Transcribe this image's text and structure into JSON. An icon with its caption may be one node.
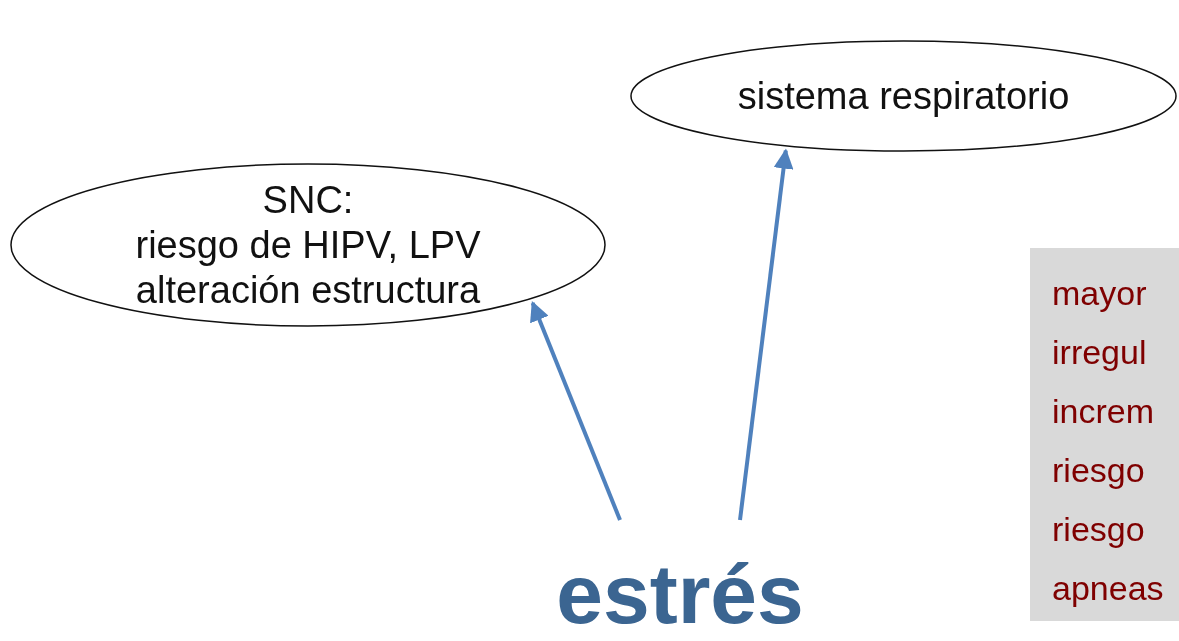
{
  "diagram": {
    "nodes": [
      {
        "text": [
          "SNC:",
          "riesgo de HIPV, LPV",
          "alteración estructura"
        ]
      },
      {
        "text": [
          "sistema respiratorio"
        ]
      },
      {
        "text": [
          "mayor",
          "irregul",
          "increm",
          "riesgo",
          "riesgo",
          "apneas"
        ]
      },
      {
        "text": [
          "estrés"
        ]
      }
    ],
    "edges": [
      {
        "from": 3,
        "to": 0,
        "arrow": "to"
      },
      {
        "from": 3,
        "to": 1,
        "arrow": "to"
      }
    ]
  }
}
